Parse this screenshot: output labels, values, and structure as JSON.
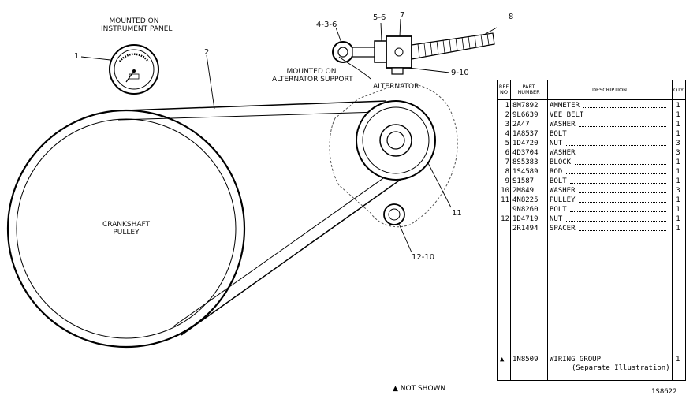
{
  "labels": {
    "mounted_panel_1": "MOUNTED ON",
    "mounted_panel_2": "INSTRUMENT PANEL",
    "mounted_alt_1": "MOUNTED ON",
    "mounted_alt_2": "ALTERNATOR SUPPORT",
    "alternator": "ALTERNATOR",
    "crankshaft_1": "CRANKSHAFT",
    "crankshaft_2": "PULLEY"
  },
  "callouts": {
    "c1": "1",
    "c2": "2",
    "c436": "4-3-6",
    "c56": "5-6",
    "c7": "7",
    "c8": "8",
    "c910": "9-10",
    "c11": "11",
    "c1210": "12-10"
  },
  "table": {
    "headers": {
      "ref_1": "REF",
      "ref_2": "NO",
      "part_1": "PART",
      "part_2": "NUMBER",
      "desc": "DESCRIPTION",
      "qty": "QTY"
    },
    "rows": [
      {
        "ref": "1",
        "part": "8M7892",
        "desc": "AMMETER",
        "qty": "1"
      },
      {
        "ref": "2",
        "part": "9L6639",
        "desc": "VEE BELT",
        "qty": "1"
      },
      {
        "ref": "3",
        "part": "2A47",
        "desc": "WASHER",
        "qty": "1"
      },
      {
        "ref": "4",
        "part": "1A8537",
        "desc": "BOLT",
        "qty": "1"
      },
      {
        "ref": "5",
        "part": "1D4720",
        "desc": "NUT",
        "qty": "3"
      },
      {
        "ref": "6",
        "part": "4D3704",
        "desc": "WASHER",
        "qty": "3"
      },
      {
        "ref": "7",
        "part": "8S5383",
        "desc": "BLOCK",
        "qty": "1"
      },
      {
        "ref": "8",
        "part": "1S4589",
        "desc": "ROD",
        "qty": "1"
      },
      {
        "ref": "9",
        "part": "S1587",
        "desc": "BOLT",
        "qty": "1"
      },
      {
        "ref": "10",
        "part": "2M849",
        "desc": "WASHER",
        "qty": "3"
      },
      {
        "ref": "11",
        "part": "4N8225",
        "desc": "PULLEY",
        "qty": "1"
      },
      {
        "ref": "",
        "part": "9N8260",
        "desc": "BOLT",
        "qty": "1"
      },
      {
        "ref": "12",
        "part": "1D4719",
        "desc": "NUT",
        "qty": "1"
      },
      {
        "ref": "",
        "part": "2R1494",
        "desc": "SPACER",
        "qty": "1"
      }
    ],
    "wiring": {
      "ref": "▲",
      "part": "1N8509",
      "desc": "WIRING GROUP",
      "note": "(Separate Illustration)",
      "qty": "1"
    }
  },
  "footnote": "▲ NOT SHOWN",
  "illustration_id": "1S8622"
}
